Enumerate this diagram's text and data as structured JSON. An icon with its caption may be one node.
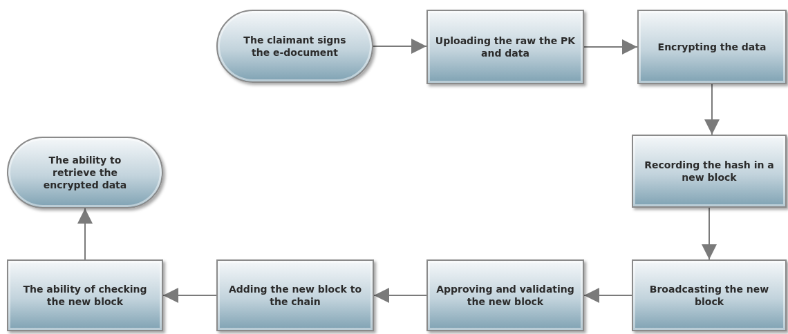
{
  "diagram": {
    "nodes": [
      {
        "text": [
          "The claimant signs the e-document"
        ]
      },
      {
        "text": [
          "Uploading the raw the PK and data"
        ]
      },
      {
        "text": [
          "Encrypting the data"
        ]
      },
      {
        "text": [
          "Recording the hash in a new block"
        ]
      },
      {
        "text": [
          "Broadcasting the new block"
        ]
      },
      {
        "text": [
          "Approving and validating the new block"
        ]
      },
      {
        "text": [
          "Adding the new block to the chain"
        ]
      },
      {
        "text": [
          "The ability of checking  the new block"
        ]
      },
      {
        "text": [
          "The ability to retrieve the encrypted data"
        ]
      }
    ],
    "edges": [
      {
        "from": 0,
        "to": 1,
        "arrow": "to"
      },
      {
        "from": 1,
        "to": 2,
        "arrow": "to"
      },
      {
        "from": 2,
        "to": 3,
        "arrow": "to"
      },
      {
        "from": 3,
        "to": 4,
        "arrow": "to"
      },
      {
        "from": 4,
        "to": 5,
        "arrow": "to"
      },
      {
        "from": 5,
        "to": 6,
        "arrow": "to"
      },
      {
        "from": 6,
        "to": 7,
        "arrow": "to"
      },
      {
        "from": 7,
        "to": 8,
        "arrow": "to"
      }
    ]
  }
}
